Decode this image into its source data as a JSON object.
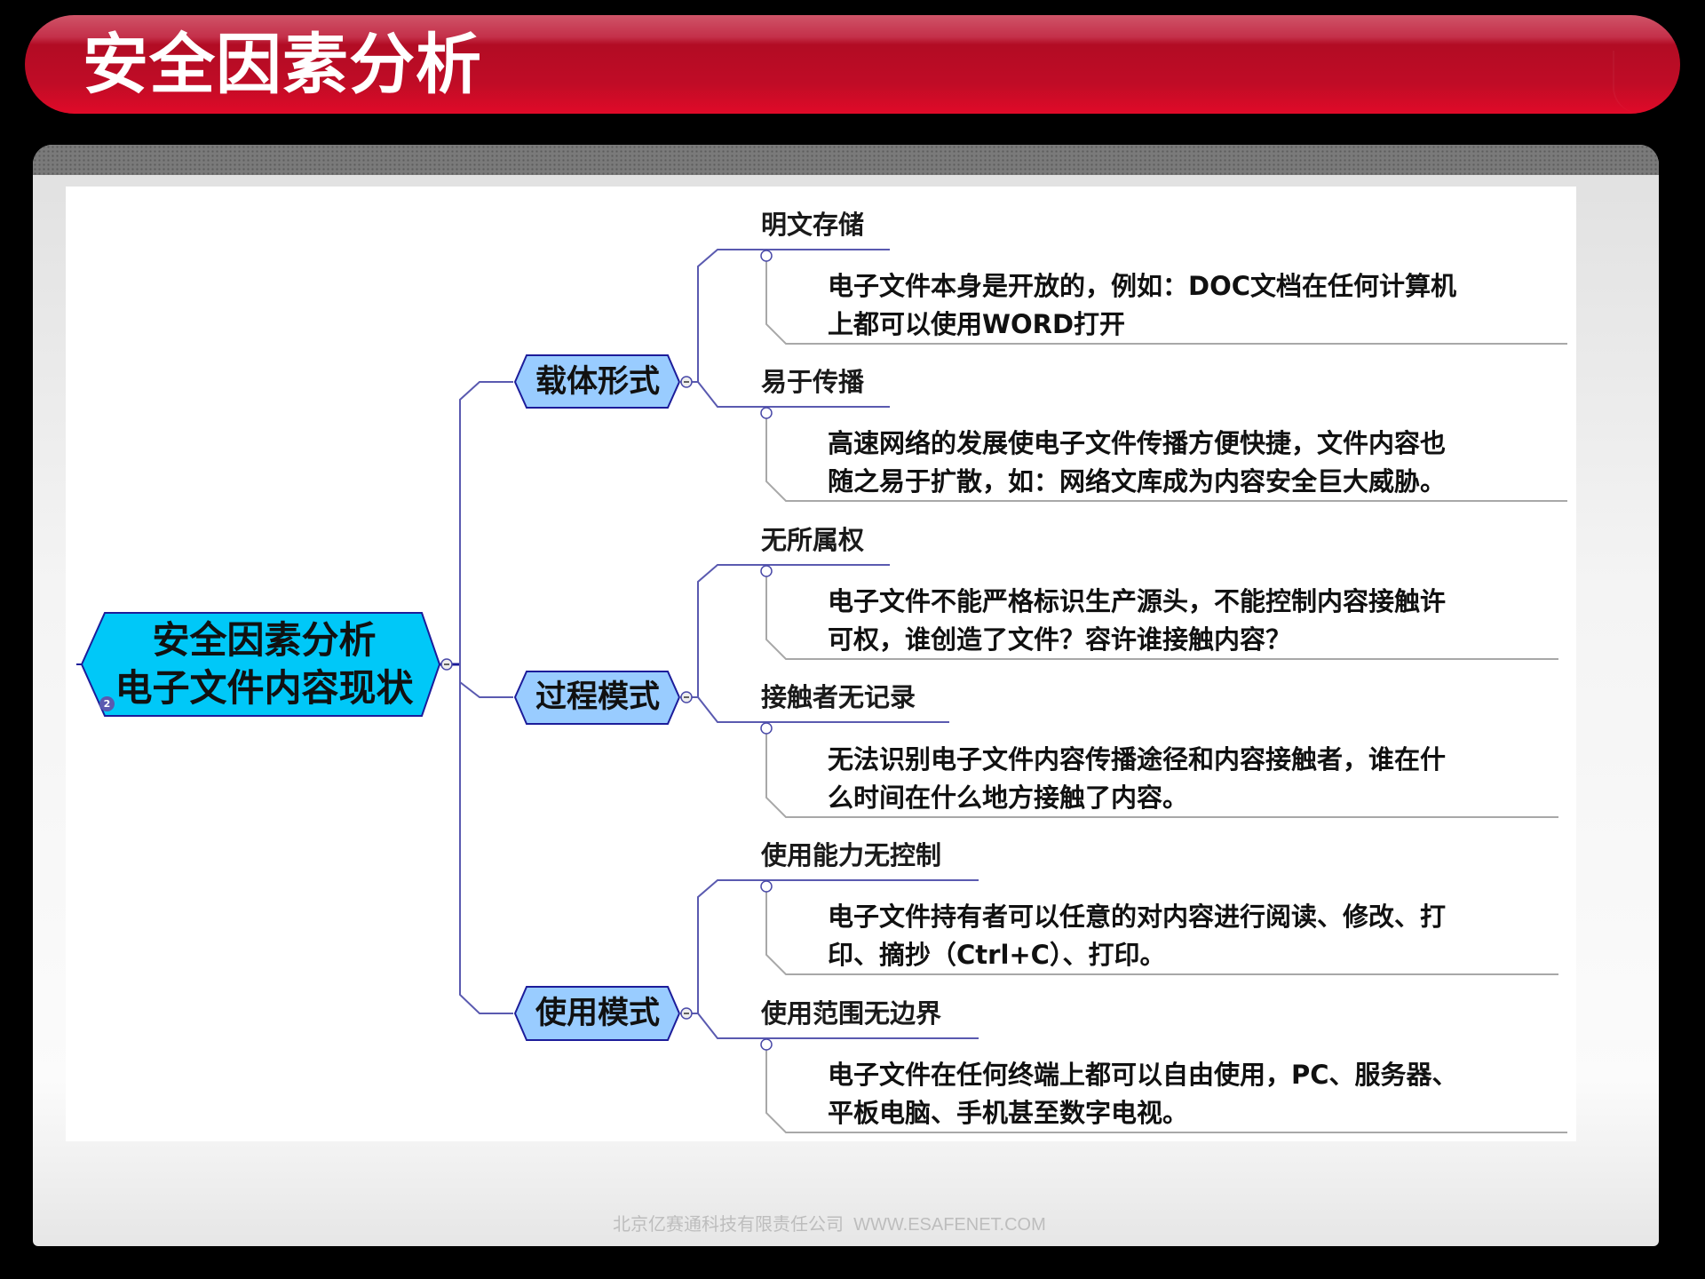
{
  "slide": {
    "title": "安全因素分析",
    "footer": "北京亿赛通科技有限责任公司  WWW.ESAFENET.COM"
  },
  "mindmap": {
    "central": {
      "line1": "安全因素分析",
      "line2": "电子文件内容现状",
      "badge": "2",
      "fill_color": "#00c8f8"
    },
    "colors": {
      "branch_fill": "#99ccff",
      "connector": "#4a4aa8",
      "detail_connector": "#a8a8a8"
    },
    "branches": [
      {
        "label": "载体形式",
        "topics": [
          {
            "label": "明文存储",
            "lines": [
              "电子文件本身是开放的，例如：DOC文档在任何计算机",
              "上都可以使用WORD打开"
            ]
          },
          {
            "label": "易于传播",
            "lines": [
              "高速网络的发展使电子文件传播方便快捷，文件内容也",
              "随之易于扩散，如：网络文库成为内容安全巨大威胁。"
            ]
          }
        ]
      },
      {
        "label": "过程模式",
        "topics": [
          {
            "label": "无所属权",
            "lines": [
              "电子文件不能严格标识生产源头，不能控制内容接触许",
              "可权，谁创造了文件？容许谁接触内容？"
            ]
          },
          {
            "label": "接触者无记录",
            "lines": [
              "无法识别电子文件内容传播途径和内容接触者，谁在什",
              "么时间在什么地方接触了内容。"
            ]
          }
        ]
      },
      {
        "label": "使用模式",
        "topics": [
          {
            "label": "使用能力无控制",
            "lines": [
              "电子文件持有者可以任意的对内容进行阅读、修改、打",
              "印、摘抄（Ctrl+C）、打印。"
            ]
          },
          {
            "label": "使用范围无边界",
            "lines": [
              "电子文件在任何终端上都可以自由使用，PC、服务器、",
              "平板电脑、手机甚至数字电视。"
            ]
          }
        ]
      }
    ]
  }
}
